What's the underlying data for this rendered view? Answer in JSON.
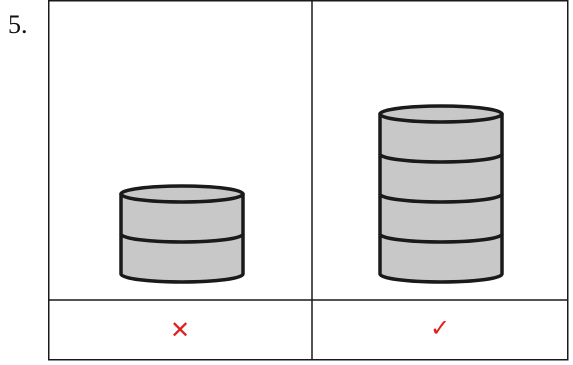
{
  "question": {
    "number": "5."
  },
  "options": [
    {
      "layers": 2,
      "mark": "✕",
      "mark_color": "#e02020"
    },
    {
      "layers": 4,
      "mark": "✓",
      "mark_color": "#e02020"
    }
  ],
  "colors": {
    "layer_fill": "#c8c8c8",
    "outline": "#1a1a1a",
    "border": "#1a1a1a"
  }
}
